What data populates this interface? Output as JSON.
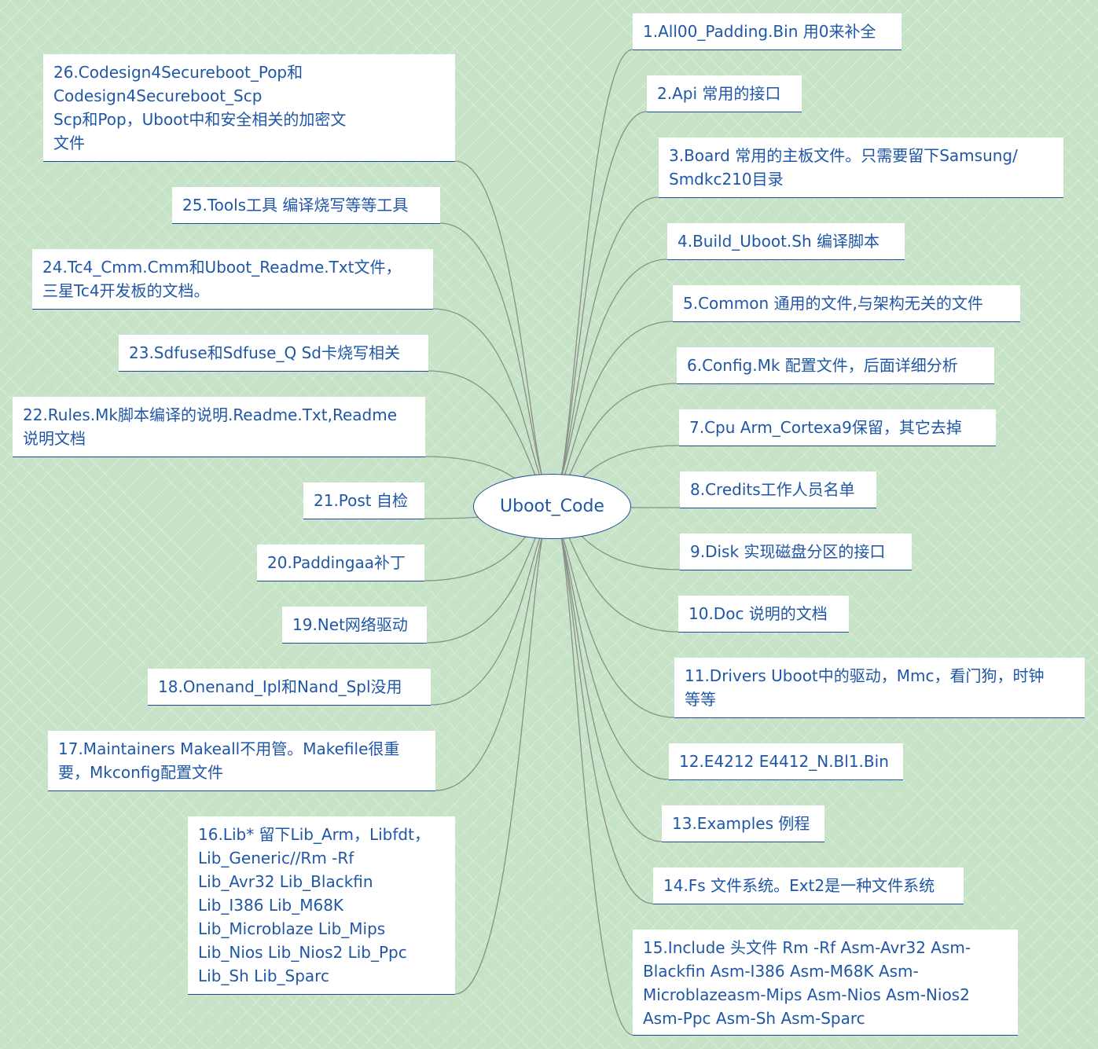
{
  "root": "Uboot_Code",
  "colors": {
    "background": "#c7e3c7",
    "text": "#1f57a6",
    "line": "#8a8f8a",
    "border": "#1f4e99"
  },
  "right_nodes": [
    "1.All00_Padding.Bin 用0来补全",
    "2.Api 常用的接口",
    "3.Board  常用的主板文件。只需要留下Samsung/\nSmdkc210目录",
    "4.Build_Uboot.Sh 编译脚本",
    "5.Common 通用的文件,与架构无关的文件",
    "6.Config.Mk 配置文件，后面详细分析",
    "7.Cpu Arm_Cortexa9保留，其它去掉",
    "8.Credits工作人员名单",
    "9.Disk 实现磁盘分区的接口",
    "10.Doc 说明的文档",
    "11.Drivers Uboot中的驱动，Mmc，看门狗，时钟\n等等",
    "12.E4212 E4412_N.Bl1.Bin",
    "13.Examples 例程",
    "14.Fs 文件系统。Ext2是一种文件系统",
    "15.Include 头文件 Rm -Rf Asm-Avr32 Asm-\nBlackfin Asm-I386 Asm-M68K Asm-\nMicroblazeasm-Mips Asm-Nios Asm-Nios2\nAsm-Ppc Asm-Sh Asm-Sparc"
  ],
  "left_nodes": [
    "26.Codesign4Secureboot_Pop和\nCodesign4Secureboot_Scp\n              Scp和Pop，Uboot中和安全相关的加密文\n文件",
    "25.Tools工具 编译烧写等等工具",
    "24.Tc4_Cmm.Cmm和Uboot_Readme.Txt文件，\n三星Tc4开发板的文档。",
    "23.Sdfuse和Sdfuse_Q Sd卡烧写相关",
    "22.Rules.Mk脚本编译的说明.Readme.Txt,Readme\n说明文档",
    "21.Post 自检",
    "20.Paddingaa补丁",
    "19.Net网络驱动",
    "18.Onenand_Ipl和Nand_Spl没用",
    "17.Maintainers Makeall不用管。Makefile很重\n要，Mkconfig配置文件",
    "16.Lib* 留下Lib_Arm，Libfdt，\nLib_Generic//Rm -Rf\nLib_Avr32 Lib_Blackfin\nLib_I386 Lib_M68K\nLib_Microblaze Lib_Mips\nLib_Nios Lib_Nios2 Lib_Ppc\nLib_Sh Lib_Sparc"
  ]
}
